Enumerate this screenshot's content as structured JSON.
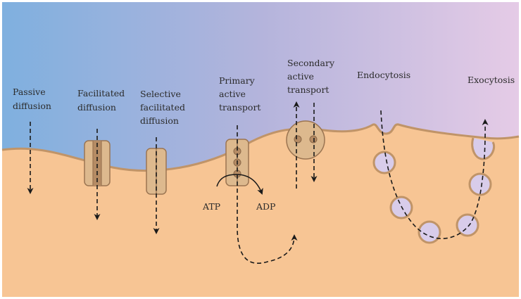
{
  "labels": {
    "passive": [
      "Passive",
      "diffusion"
    ],
    "facilitated": [
      "Facilitated",
      "diffusion"
    ],
    "selective": [
      "Selective",
      "facilitated",
      "diffusion"
    ],
    "primary": [
      "Primary",
      "active",
      "transport"
    ],
    "secondary": [
      "Secondary",
      "active",
      "transport"
    ],
    "endocytosis": [
      "Endocytosis"
    ],
    "exocytosis": [
      "Exocytosis"
    ],
    "atp": "ATP",
    "adp": "ADP"
  },
  "colors": {
    "extracellular_left": "#7fb0df",
    "extracellular_mid": "#b4b4dc",
    "extracellular_right": "#e5cbe6",
    "cytoplasm": "#f7c594",
    "membrane": "#c09468",
    "protein_fill": "#ddb98e",
    "protein_stroke": "#9b7552",
    "vesicle_fill": "#d8ccea",
    "arrow": "#1a1a1a"
  }
}
